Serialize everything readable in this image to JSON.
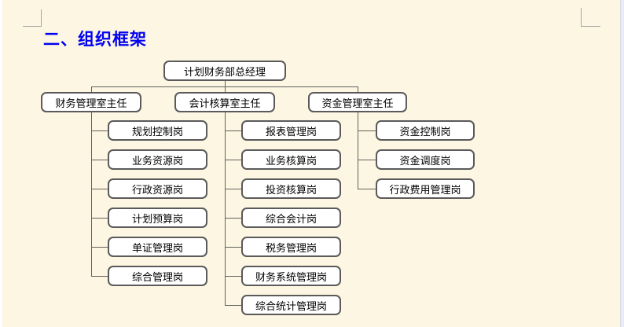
{
  "document": {
    "heading": "二、组织框架"
  },
  "org_chart": {
    "root": "计划财务部总经理",
    "branches": [
      {
        "label": "财务管理室主任",
        "children": [
          "规划控制岗",
          "业务资源岗",
          "行政资源岗",
          "计划预算岗",
          "单证管理岗",
          "综合管理岗"
        ]
      },
      {
        "label": "会计核算室主任",
        "children": [
          "报表管理岗",
          "业务核算岗",
          "投资核算岗",
          "综合会计岗",
          "税务管理岗",
          "财务系统管理岗",
          "综合统计管理岗"
        ]
      },
      {
        "label": "资金管理室主任",
        "children": [
          "资金控制岗",
          "资金调度岗",
          "行政费用管理岗"
        ]
      }
    ]
  },
  "colors": {
    "page_background": "#fdf6e2",
    "heading_blue": "#0202f2",
    "box_fill": "#ffffff",
    "box_border": "#5a5a5a",
    "connector": "#616161",
    "right_edge_strip": "#e9ecf2"
  }
}
